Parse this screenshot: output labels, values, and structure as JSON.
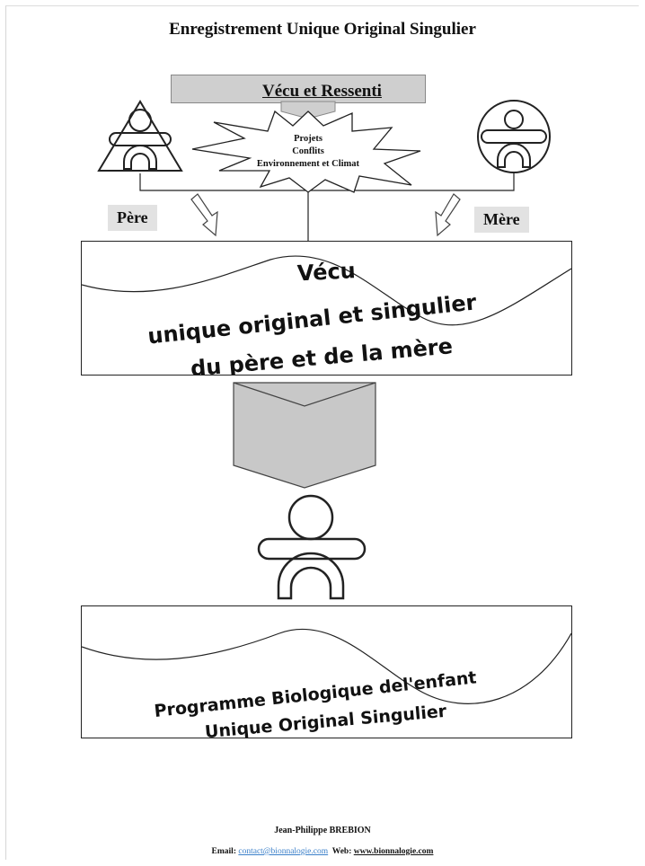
{
  "title": "Enregistrement Unique Original Singulier",
  "top_bar_label": "Vécu et Ressenti",
  "burst_lines": [
    "Projets",
    "Conflits",
    "Environnement et Climat"
  ],
  "parents": {
    "father": "Père",
    "mother": "Mère"
  },
  "box1_lines": [
    "Vécu",
    "unique original et singulier",
    "du père et de la mère"
  ],
  "box2_lines": [
    "Programme Biologique del'enfant",
    "Unique Original Singulier"
  ],
  "footer": {
    "author": "Jean-Philippe BREBION",
    "email_label": "Email:",
    "email_value": "contact@bionnalogie.com",
    "web_label": "Web:",
    "web_value": "www.bionnalogie.com"
  },
  "colors": {
    "gray_fill": "#cfcfcf",
    "label_bg": "#e2e2e2",
    "link": "#3a7fc9"
  }
}
